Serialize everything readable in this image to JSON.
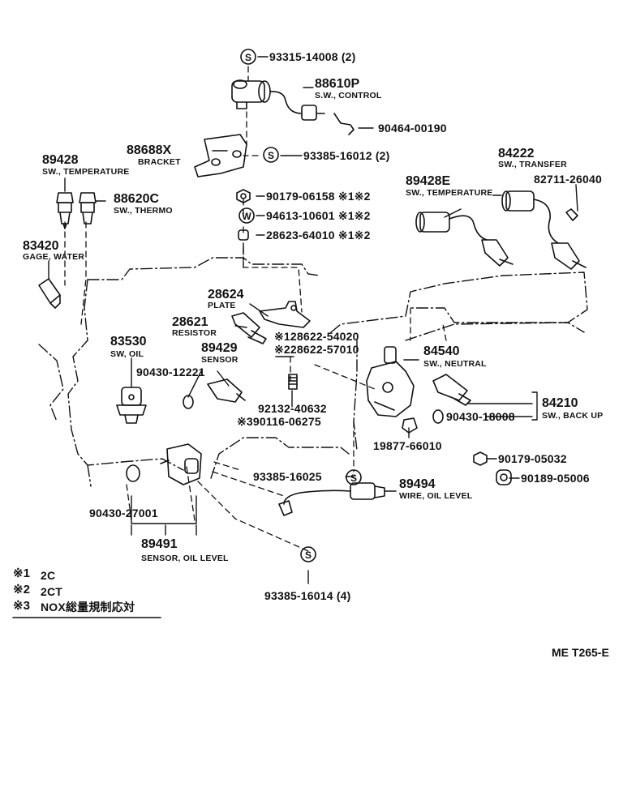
{
  "parts": {
    "p93315_14008": "93315-14008 (2)",
    "p88610P": "88610P",
    "p88610P_desc": "S.W., CONTROL",
    "p90464_00190": "90464-00190",
    "p88688X": "88688X",
    "p88688X_desc": "BRACKET",
    "p93385_16012": "93385-16012 (2)",
    "p89428": "89428",
    "p89428_desc": "SW., TEMPERATURE",
    "p88620C": "88620C",
    "p88620C_desc": "SW., THERMO",
    "p90179_06158": "90179-06158 ※1※2",
    "p94613_10601": "94613-10601 ※1※2",
    "p28623_64010": "28623-64010 ※1※2",
    "p84222": "84222",
    "p84222_desc": "SW., TRANSFER",
    "p82711_26040": "82711-26040",
    "p89428E": "89428E",
    "p89428E_desc": "SW., TEMPERATURE",
    "p83420": "83420",
    "p83420_desc": "GAGE, WATER",
    "p28624": "28624",
    "p28624_desc": "PLATE",
    "p28621": "28621",
    "p28621_desc": "RESISTOR",
    "p28622_54020": "※128622-54020",
    "p28622_57010": "※228622-57010",
    "p83530": "83530",
    "p83530_desc": "SW, OIL",
    "p89429": "89429",
    "p89429_desc": "SENSOR",
    "p90430_12221": "90430-12221",
    "p84540": "84540",
    "p84540_desc": "SW., NEUTRAL",
    "p84210": "84210",
    "p84210_desc": "SW., BACK UP",
    "p90430_18008": "90430-18008",
    "p92132_40632": "92132-40632",
    "p90116_06275": "※390116-06275",
    "p19877_66010": "19877-66010",
    "p90179_05032": "90179-05032",
    "p90189_05006": "90189-05006",
    "p93385_16025": "93385-16025",
    "p89494": "89494",
    "p89494_desc": "WIRE, OIL LEVEL",
    "p90430_27001": "90430-27001",
    "p89491": "89491",
    "p89491_desc": "SENSOR, OIL LEVEL",
    "p93385_16014": "93385-16014 (4)"
  },
  "symbols": {
    "s": "S",
    "w": "W"
  },
  "legend": {
    "item1_mark": "※1",
    "item1_text": "2C",
    "item2_mark": "※2",
    "item2_text": "2CT",
    "item3_mark": "※3",
    "item3_text": "NOX総量規制応対"
  },
  "footer_code": "ME  T265-E"
}
